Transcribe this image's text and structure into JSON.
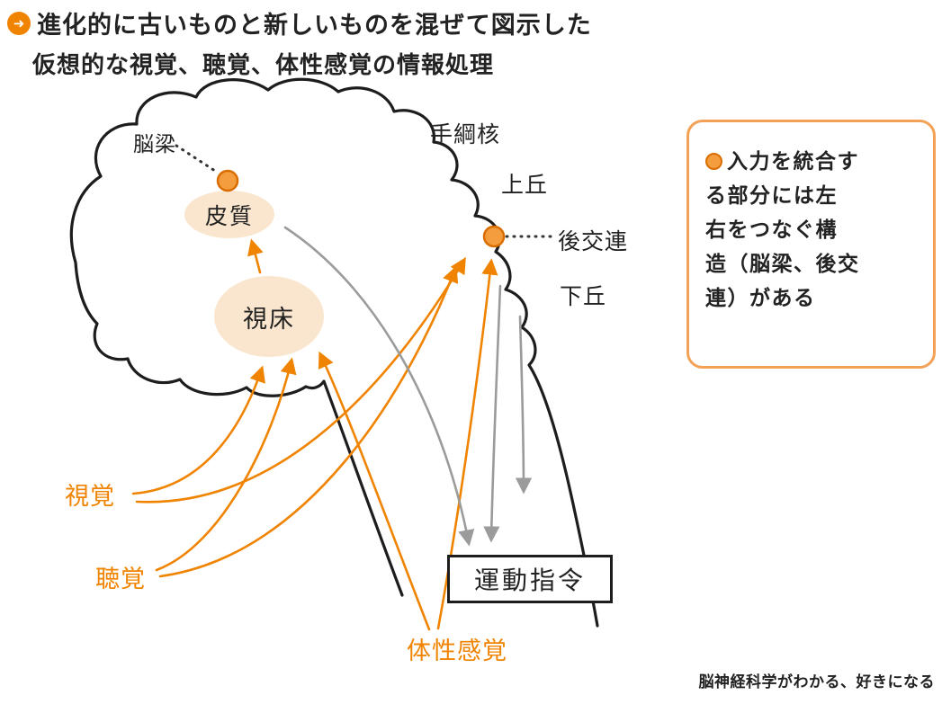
{
  "title": {
    "icon": "➜",
    "line1": "進化的に古いものと新しいものを混ぜて図示した",
    "line2": "仮想的な視覚、聴覚、体性感覚の情報処理"
  },
  "diagram": {
    "labels": {
      "corpus_callosum": "脳梁",
      "cortex": "皮質",
      "thalamus": "視床",
      "habenula": "手綱核",
      "superior_colliculus": "上丘",
      "posterior_commissure": "後交連",
      "inferior_colliculus": "下丘",
      "vision": "視覚",
      "audition": "聴覚",
      "somatosensation": "体性感覚",
      "motor_command": "運動指令"
    }
  },
  "note": {
    "lines": [
      "入力を統合す",
      "る部分には左",
      "右をつなぐ構",
      "造（脳梁、後交",
      "連）がある"
    ]
  },
  "credit": "脳神経科学がわかる、好きになる",
  "colors": {
    "orange": "#F08300",
    "peach": "#FAE6CE",
    "gray": "#9B9B9B",
    "ink": "#222222"
  }
}
